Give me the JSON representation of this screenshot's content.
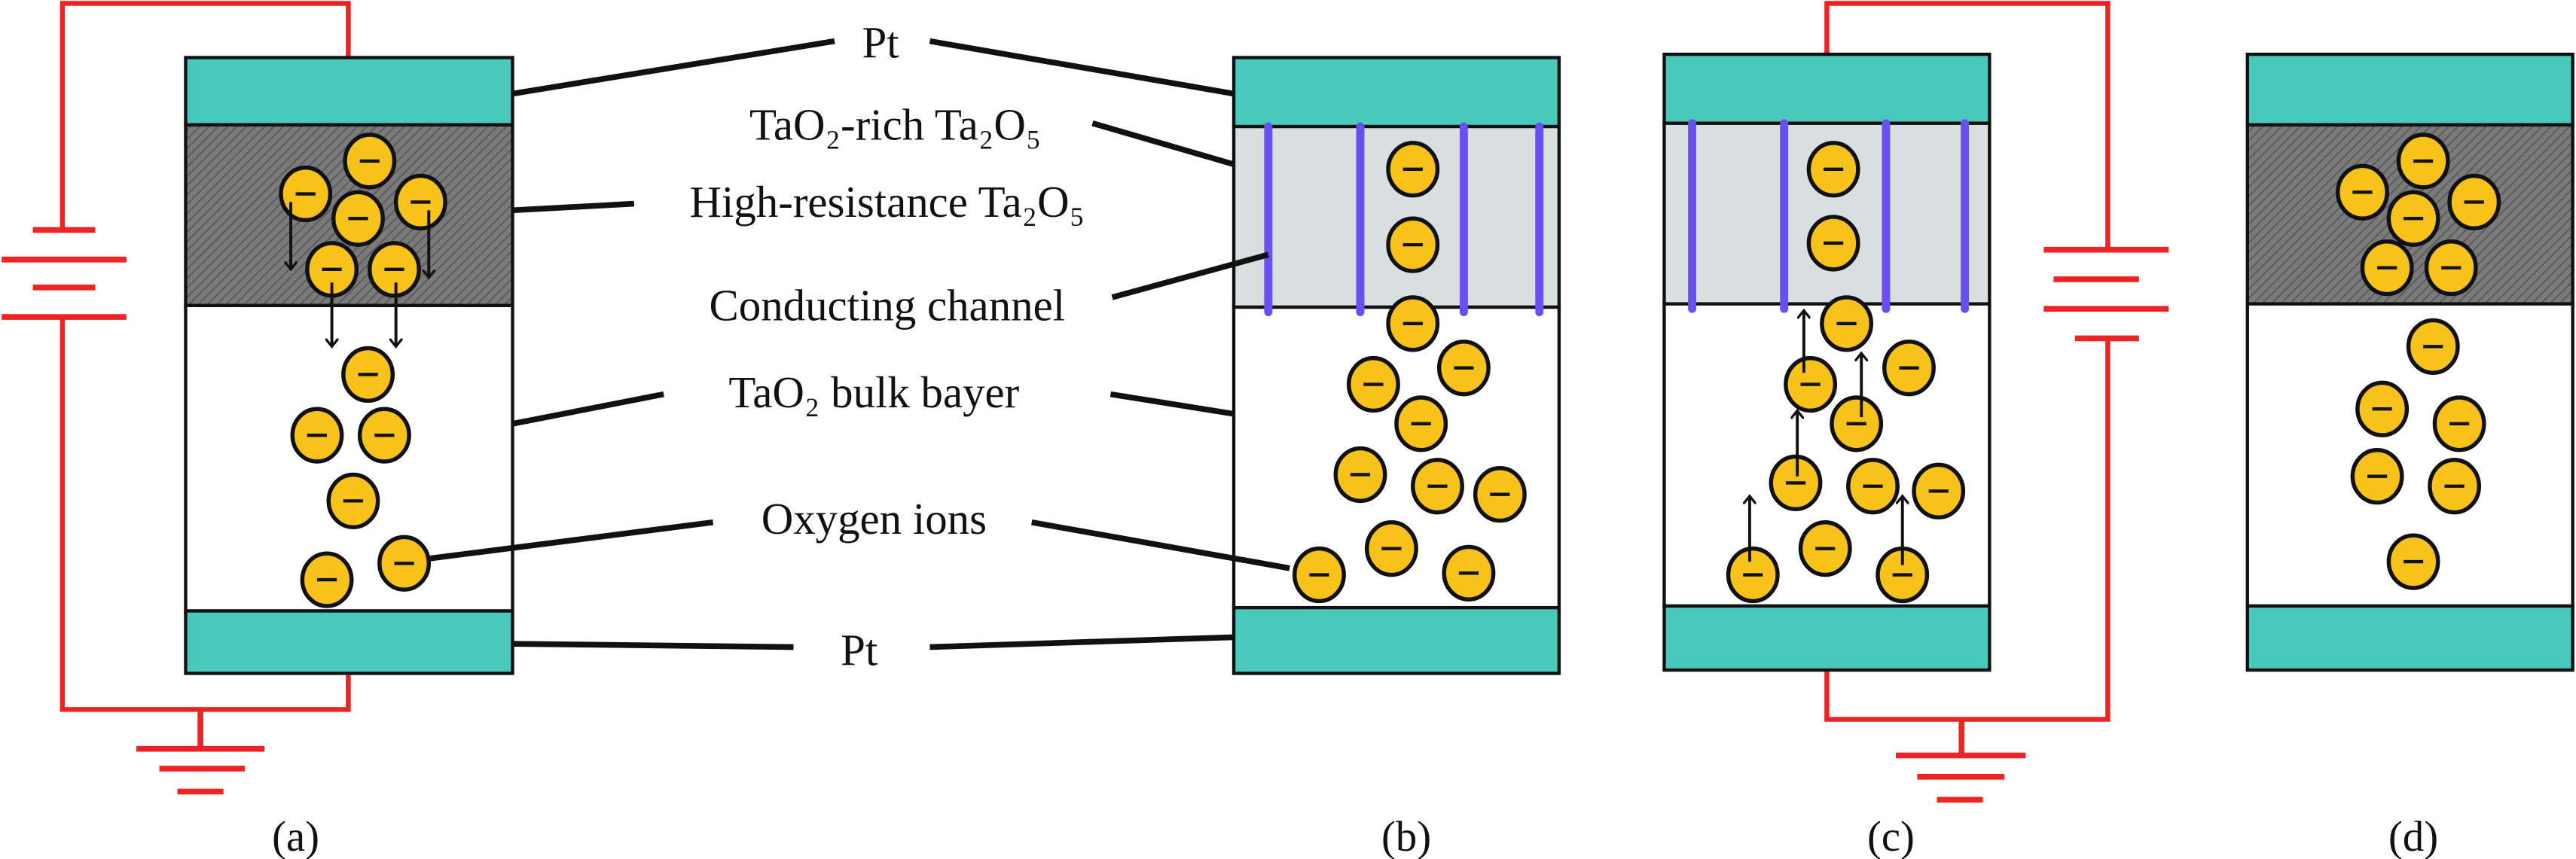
{
  "labels": {
    "pt_top": "Pt",
    "tao2_rich": "TaO₂-rich Ta₂O₅",
    "high_resistance": "High-resistance Ta₂O₅",
    "conducting_channel": "Conducting channel",
    "bulk_layer": "TaO₂ bulk bayer",
    "oxygen_ions": "Oxygen ions",
    "pt_bottom": "Pt"
  },
  "panels": [
    {
      "id": "a",
      "caption": "(a)"
    },
    {
      "id": "b",
      "caption": "(b)"
    },
    {
      "id": "c",
      "caption": "(c)"
    },
    {
      "id": "d",
      "caption": "(d)"
    }
  ],
  "ion_symbol": "−",
  "colors": {
    "electrode": "#48c9bc",
    "high_resistance_layer": "#6e6e6e",
    "tao2_rich_layer": "#d9dfdf",
    "channel": "#6a4ff0",
    "circuit": "#ee2424",
    "ion": "#f7c21a"
  }
}
